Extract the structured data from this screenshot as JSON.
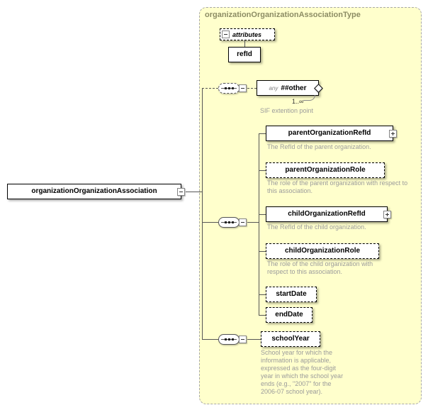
{
  "type_container": {
    "title": "organizationOrganizationAssociationType"
  },
  "root_element": {
    "name": "organizationOrganizationAssociation"
  },
  "attributes_group": {
    "label": "attributes",
    "attributes": [
      {
        "name": "refId"
      }
    ]
  },
  "wildcard": {
    "kind_label": "any",
    "name": "##other",
    "occurs": "1..∞",
    "note": "SIF extention point"
  },
  "sequence_children": [
    {
      "name": "parentOrganizationRefId",
      "annotation": "The RefId of the parent organization."
    },
    {
      "name": "parentOrganizationRole",
      "annotation": "The role of the parent organization with respect to this association."
    },
    {
      "name": "childOrganizationRefId",
      "annotation": "The RefId of the child organization."
    },
    {
      "name": "childOrganizationRole",
      "annotation": "The role of the child organization with respect to this association."
    },
    {
      "name": "startDate"
    },
    {
      "name": "endDate"
    }
  ],
  "school_year": {
    "name": "schoolYear",
    "annotation": "School year for which the information is applicable, expressed as the four-digit year in which the school year ends (e.g., \"2007\" for the 2006-07 school year)."
  }
}
